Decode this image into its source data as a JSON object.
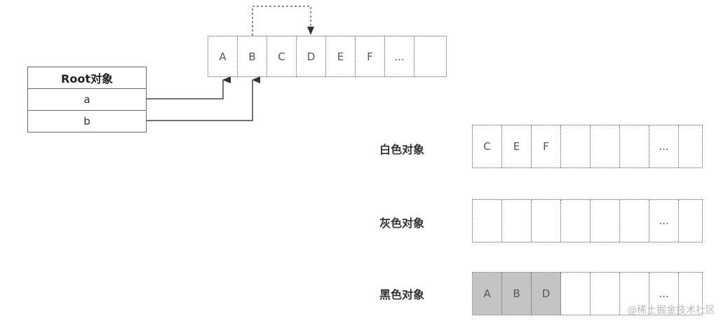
{
  "root": {
    "title": "Root对象",
    "fields": [
      "a",
      "b"
    ]
  },
  "heap": {
    "cells": [
      "A",
      "B",
      "C",
      "D",
      "E",
      "F",
      "...",
      ""
    ]
  },
  "sets": {
    "white": {
      "label": "白色对象",
      "cells": [
        "C",
        "E",
        "F",
        "",
        "",
        "",
        "...",
        ""
      ]
    },
    "grey": {
      "label": "灰色对象",
      "cells": [
        "",
        "",
        "",
        "",
        "",
        "",
        "...",
        ""
      ]
    },
    "black": {
      "label": "黑色对象",
      "cells": [
        "A",
        "B",
        "D",
        "",
        "",
        "",
        "...",
        ""
      ],
      "fill_color": "#c4c4c4"
    }
  },
  "watermark": "@稀土掘金技术社区"
}
